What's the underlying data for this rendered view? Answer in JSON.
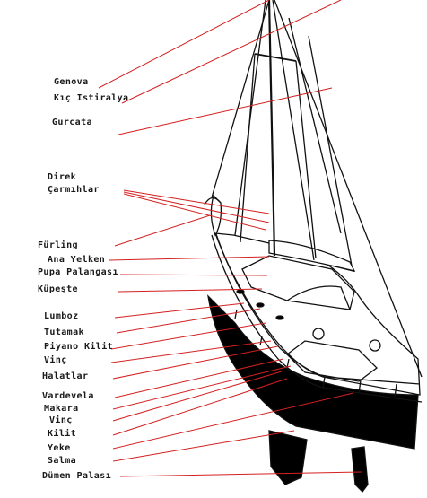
{
  "diagram": {
    "labels": [
      "Genova",
      "Kıç Istiralya",
      "Gurcata",
      "Direk",
      "Çarmıhlar",
      "Fürling",
      "Ana Yelken",
      "Pupa Palangası",
      "Küpeşte",
      "Lumboz",
      "Tutamak",
      "Piyano Kilit",
      "Vinç",
      "Halatlar",
      "Vardevela",
      "Makara",
      "Vinç",
      "Kilit",
      "Yeke",
      "Salma",
      "Dümen Palası"
    ],
    "colors": {
      "leader_line": "#d42020",
      "hull": "#000000",
      "outline": "#111111",
      "label_text": "#1a1a1a"
    }
  }
}
